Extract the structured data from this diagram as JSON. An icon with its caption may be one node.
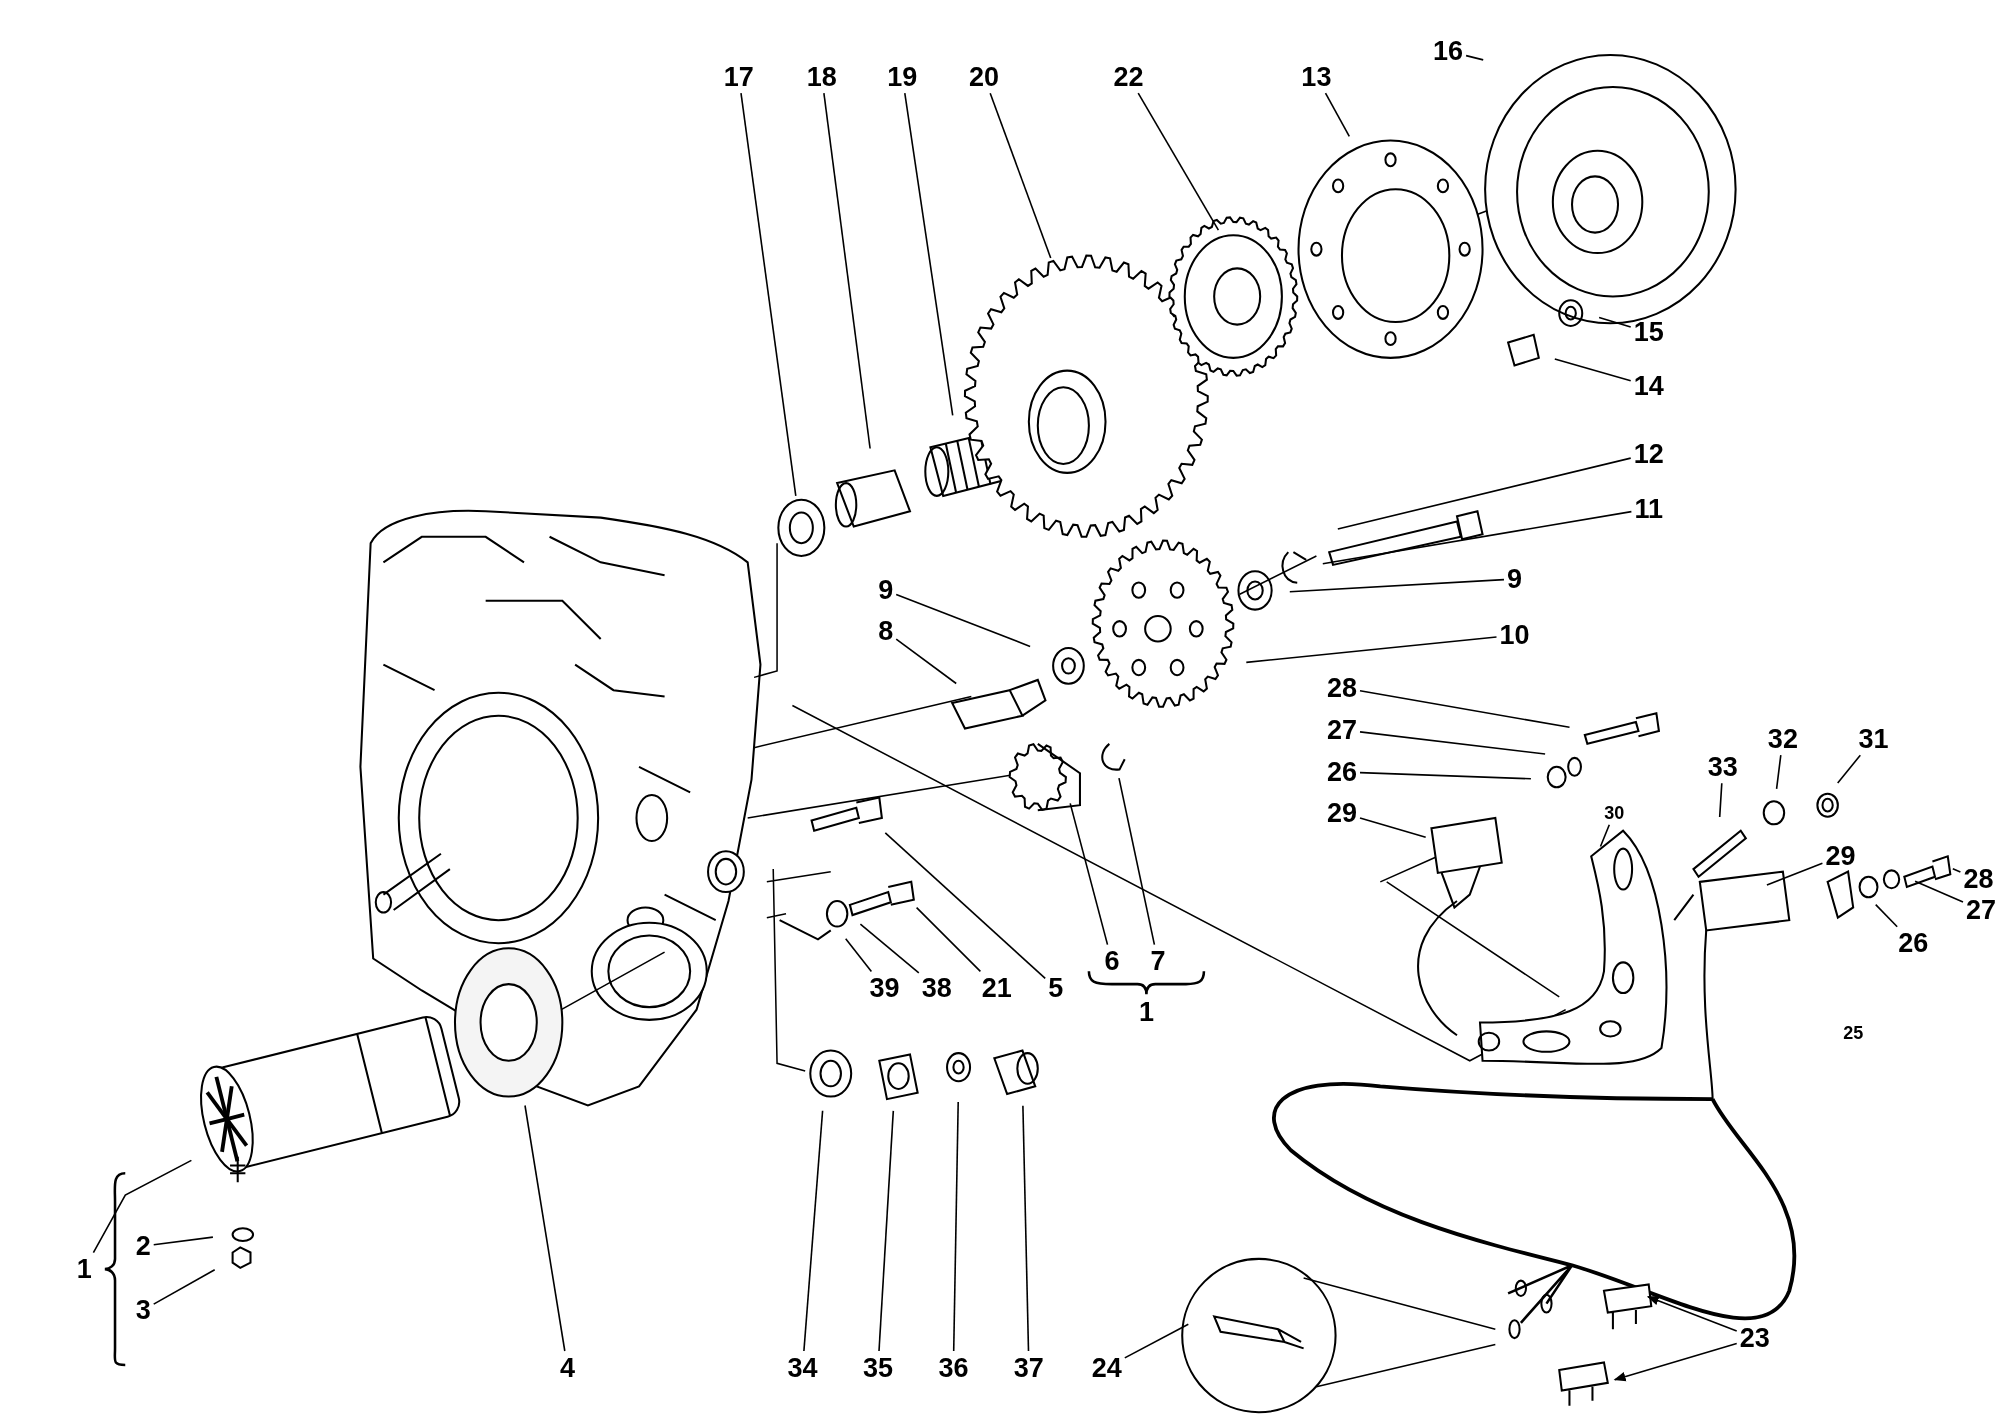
{
  "diagram": {
    "nodes": [
      {
        "text": [
          "16"
        ]
      },
      {
        "text": [
          "17"
        ]
      },
      {
        "text": [
          "18"
        ]
      },
      {
        "text": [
          "19"
        ]
      },
      {
        "text": [
          "20"
        ]
      },
      {
        "text": [
          "22"
        ]
      },
      {
        "text": [
          "13"
        ]
      },
      {
        "text": [
          "15"
        ]
      },
      {
        "text": [
          "14"
        ]
      },
      {
        "text": [
          "12"
        ]
      },
      {
        "text": [
          "11"
        ]
      },
      {
        "text": [
          "9"
        ]
      },
      {
        "text": [
          "9"
        ]
      },
      {
        "text": [
          "8"
        ]
      },
      {
        "text": [
          "10"
        ]
      },
      {
        "text": [
          "28"
        ]
      },
      {
        "text": [
          "27"
        ]
      },
      {
        "text": [
          "31"
        ]
      },
      {
        "text": [
          "32"
        ]
      },
      {
        "text": [
          "33"
        ]
      },
      {
        "text": [
          "26"
        ]
      },
      {
        "text": [
          "29"
        ]
      },
      {
        "text": [
          "30"
        ]
      },
      {
        "text": [
          "29"
        ]
      },
      {
        "text": [
          "28"
        ]
      },
      {
        "text": [
          "27"
        ]
      },
      {
        "text": [
          "26"
        ]
      },
      {
        "text": [
          "6"
        ]
      },
      {
        "text": [
          "7"
        ]
      },
      {
        "text": [
          "39"
        ]
      },
      {
        "text": [
          "38"
        ]
      },
      {
        "text": [
          "21"
        ]
      },
      {
        "text": [
          "5"
        ]
      },
      {
        "text": [
          "2"
        ]
      },
      {
        "text": [
          "1"
        ]
      },
      {
        "text": [
          "3"
        ]
      },
      {
        "text": [
          "23"
        ]
      },
      {
        "text": [
          "34"
        ]
      },
      {
        "text": [
          "35"
        ]
      },
      {
        "text": [
          "36"
        ]
      },
      {
        "text": [
          "37"
        ]
      },
      {
        "text": [
          "24"
        ]
      },
      {
        "text": [
          "4"
        ]
      }
    ],
    "edges": [
      {
        "from": 0,
        "to": null,
        "arrow": "none"
      },
      {
        "from": 1,
        "to": null,
        "arrow": "none"
      },
      {
        "from": 2,
        "to": null,
        "arrow": "none"
      },
      {
        "from": 3,
        "to": null,
        "arrow": "none"
      },
      {
        "from": 4,
        "to": null,
        "arrow": "none"
      },
      {
        "from": 5,
        "to": null,
        "arrow": "none"
      },
      {
        "from": 6,
        "to": null,
        "arrow": "none"
      },
      {
        "from": 7,
        "to": null,
        "arrow": "none"
      },
      {
        "from": 8,
        "to": null,
        "arrow": "none"
      },
      {
        "from": 9,
        "to": null,
        "arrow": "none"
      },
      {
        "from": 10,
        "to": null,
        "arrow": "none"
      },
      {
        "from": 11,
        "to": null,
        "arrow": "none"
      },
      {
        "from": 12,
        "to": null,
        "arrow": "none"
      },
      {
        "from": 13,
        "to": null,
        "arrow": "none"
      },
      {
        "from": 14,
        "to": null,
        "arrow": "none"
      },
      {
        "from": 15,
        "to": null,
        "arrow": "none"
      },
      {
        "from": 16,
        "to": null,
        "arrow": "none"
      },
      {
        "from": 17,
        "to": null,
        "arrow": "none"
      },
      {
        "from": 18,
        "to": null,
        "arrow": "none"
      },
      {
        "from": 19,
        "to": null,
        "arrow": "none"
      },
      {
        "from": 20,
        "to": null,
        "arrow": "none"
      },
      {
        "from": 21,
        "to": null,
        "arrow": "none"
      },
      {
        "from": 22,
        "to": null,
        "arrow": "none"
      },
      {
        "from": 23,
        "to": null,
        "arrow": "none"
      },
      {
        "from": 24,
        "to": null,
        "arrow": "none"
      },
      {
        "from": 25,
        "to": null,
        "arrow": "none"
      },
      {
        "from": 26,
        "to": null,
        "arrow": "none"
      },
      {
        "from": 27,
        "to": null,
        "arrow": "none"
      },
      {
        "from": 28,
        "to": null,
        "arrow": "none"
      },
      {
        "from": 29,
        "to": null,
        "arrow": "none"
      },
      {
        "from": 30,
        "to": null,
        "arrow": "none"
      },
      {
        "from": 31,
        "to": null,
        "arrow": "none"
      },
      {
        "from": 32,
        "to": null,
        "arrow": "none"
      },
      {
        "from": 33,
        "to": null,
        "arrow": "none"
      },
      {
        "from": 34,
        "to": null,
        "arrow": "none"
      },
      {
        "from": 35,
        "to": null,
        "arrow": "none"
      },
      {
        "from": 36,
        "to": null,
        "arrow": "to"
      },
      {
        "from": 36,
        "to": null,
        "arrow": "to"
      },
      {
        "from": 37,
        "to": null,
        "arrow": "none"
      },
      {
        "from": 38,
        "to": null,
        "arrow": "none"
      },
      {
        "from": 39,
        "to": null,
        "arrow": "none"
      },
      {
        "from": 40,
        "to": null,
        "arrow": "none"
      },
      {
        "from": 41,
        "to": null,
        "arrow": "none"
      },
      {
        "from": 42,
        "to": null,
        "arrow": "none"
      }
    ],
    "labels": [
      "1",
      "25"
    ]
  }
}
